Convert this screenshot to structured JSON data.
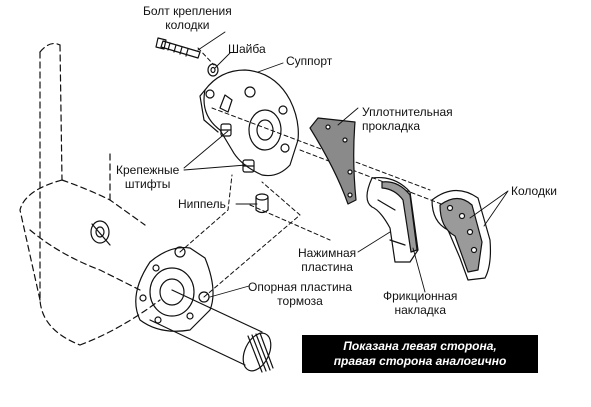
{
  "labels": {
    "bolt_line1": "Болт крепления",
    "bolt_line2": "колодки",
    "washer": "Шайба",
    "caliper": "Суппорт",
    "gasket_line1": "Уплотнительная",
    "gasket_line2": "прокладка",
    "pins_line1": "Крепежные",
    "pins_line2": "штифты",
    "nipple": "Ниппель",
    "pads": "Колодки",
    "pressure_line1": "Нажимная",
    "pressure_line2": "пластина",
    "friction_line1": "Фрикционная",
    "friction_line2": "накладка",
    "backing_line1": "Опорная пластина",
    "backing_line2": "тормоза"
  },
  "note": {
    "line1": "Показана левая сторона,",
    "line2": "правая сторона аналогично"
  },
  "colors": {
    "ink": "#111111",
    "gasket_fill": "#8a8a8a",
    "lining_fill": "#9a9a9a",
    "note_bg": "#000000",
    "note_text": "#ffffff"
  }
}
